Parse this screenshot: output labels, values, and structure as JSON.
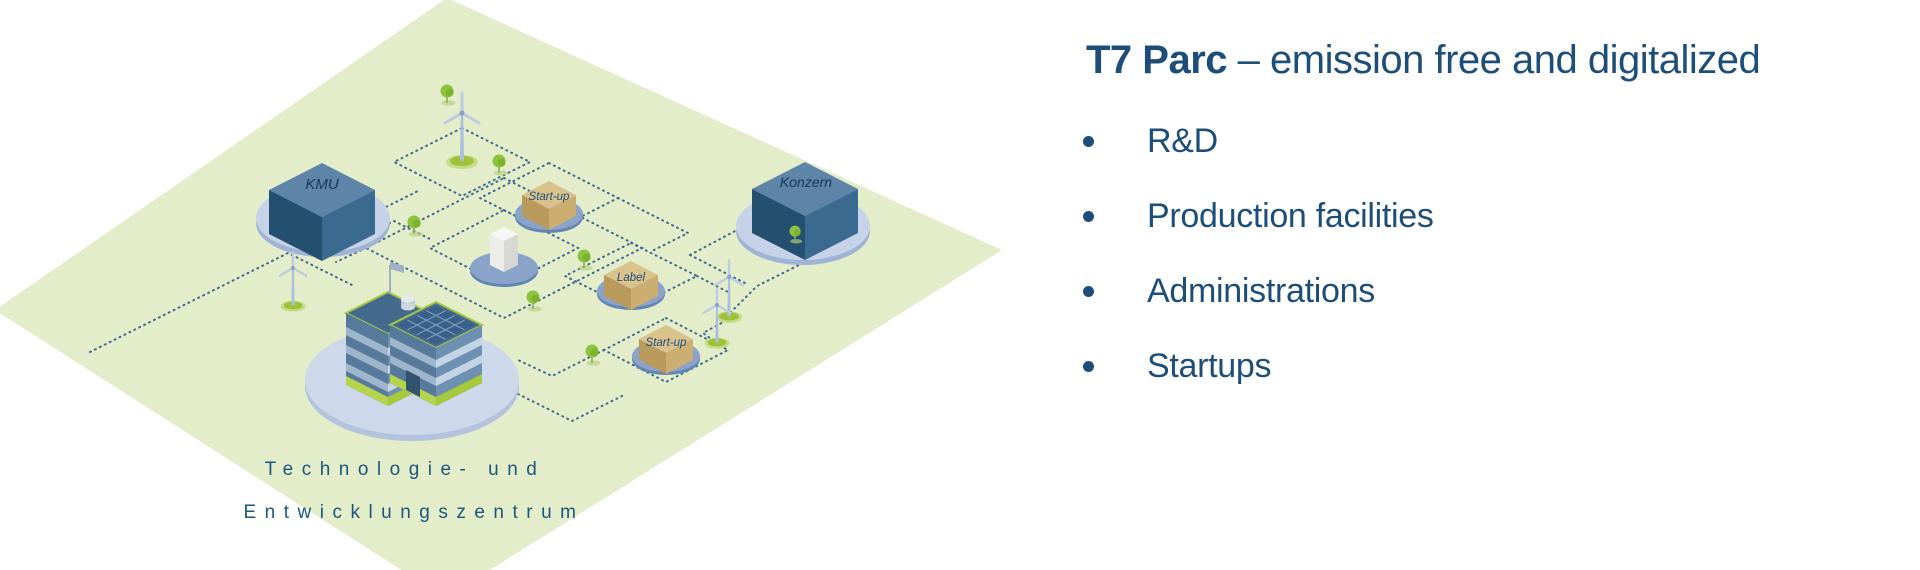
{
  "panel": {
    "title_bold": "T7 Parc",
    "title_rest": " – emission free and digitalized",
    "bullets": [
      "R&D",
      "Production facilities",
      "Administrations",
      "Startups"
    ]
  },
  "illustration": {
    "caption_line1": "Technologie- und",
    "caption_line2": "Entwicklungszentrum",
    "sites": {
      "kmu": "KMU",
      "konzern": "Konzern",
      "startup_top": "Start-up",
      "label": "Label",
      "startup_bottom": "Start-up"
    },
    "colors": {
      "ground_green": "#e3edca",
      "dotted_line_blue": "#35618e",
      "accent_lime": "#a6c93f",
      "platform_blue": "#c6d2e7",
      "cube_blue_top": "#5e84a8",
      "cube_tan_top": "#d9c28c",
      "text_blue": "#1d4e79"
    }
  }
}
